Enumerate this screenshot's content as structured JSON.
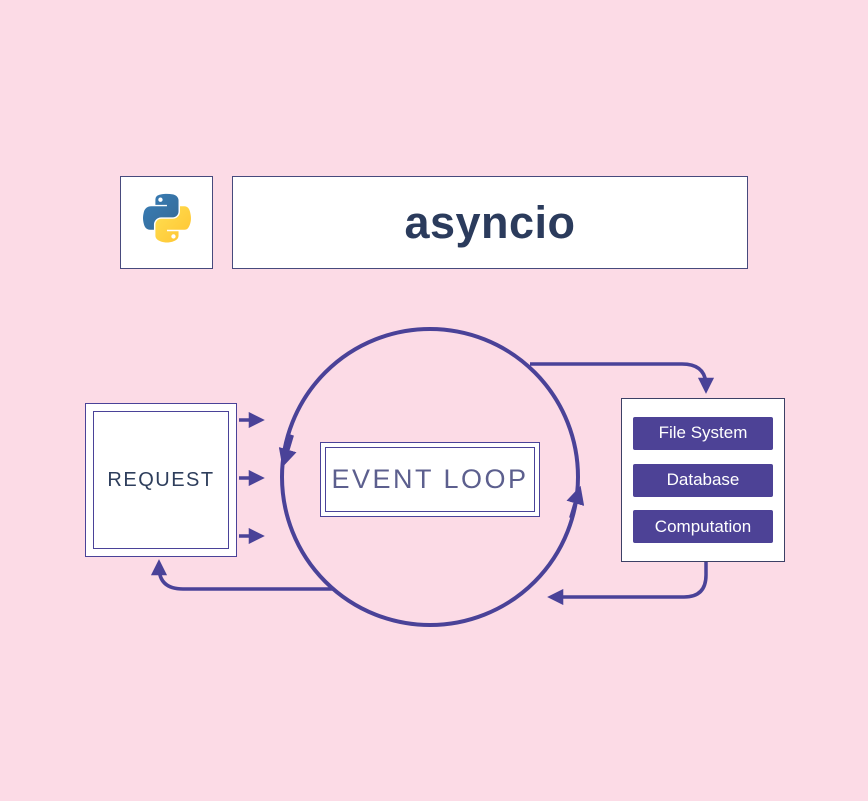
{
  "header": {
    "title": "asyncio",
    "logo_name": "python-logo"
  },
  "diagram": {
    "request_label": "REQUEST",
    "event_loop_label": "EVENT LOOP",
    "services": {
      "items": [
        "File System",
        "Database",
        "Computation"
      ]
    }
  },
  "colors": {
    "background": "#fcdbe6",
    "accent_purple": "#4a4298",
    "button_purple": "#4d4296",
    "heading_navy": "#2b3b5c",
    "loop_text": "#5c5f8e",
    "python_blue": "#387EB8",
    "python_yellow": "#FFC331"
  }
}
